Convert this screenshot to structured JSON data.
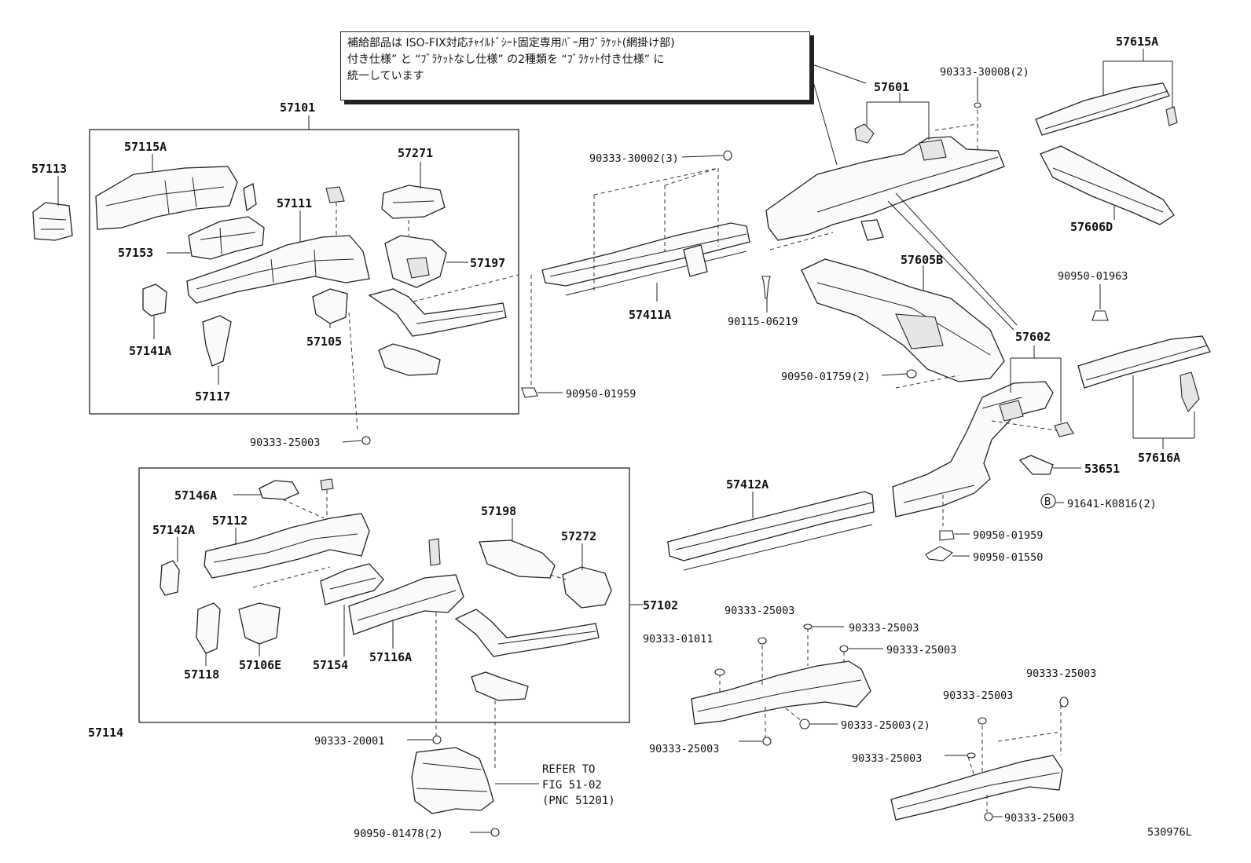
{
  "note": {
    "line1": "補給部品は ISO-FIX対応ﾁｬｲﾙﾄﾞｼｰﾄ固定専用ﾊﾞｰ用ﾌﾞﾗｹｯﾄ(網掛け部)",
    "line2": "付き仕様” と “ﾌﾞﾗｹｯﾄなし仕様” の2種類を “ﾌﾞﾗｹｯﾄ付き仕様” に",
    "line3": "統一しています"
  },
  "labels": {
    "p57101": "57101",
    "p57102": "57102",
    "p57113": "57113",
    "p57114": "57114",
    "p57115A": "57115A",
    "p57153": "57153",
    "p57141A": "57141A",
    "p57117": "57117",
    "p57111": "57111",
    "p57105": "57105",
    "p57271": "57271",
    "p57197": "57197",
    "p57146A": "57146A",
    "p57142A": "57142A",
    "p57112": "57112",
    "p57118": "57118",
    "p57106E": "57106E",
    "p57154": "57154",
    "p57116A": "57116A",
    "p57198": "57198",
    "p57272": "57272",
    "p57411A": "57411A",
    "p57412A": "57412A",
    "p57601": "57601",
    "p57602": "57602",
    "p57605B": "57605B",
    "p57606D": "57606D",
    "p57615A": "57615A",
    "p57616A": "57616A",
    "p53651": "53651",
    "f90333_30008": "90333-30008(2)",
    "f90333_30002": "90333-30002(3)",
    "f90115_06219": "90115-06219",
    "f90950_01963": "90950-01963",
    "f90950_01759": "90950-01759(2)",
    "f90950_01959a": "90950-01959",
    "f90950_01959b": "90950-01959",
    "f90950_01550": "90950-01550",
    "f91641_K0816": "91641-K0816(2)",
    "b_marker": "B",
    "f90333_25003a": "90333-25003",
    "f90333_20001": "90333-20001",
    "f90950_01478": "90950-01478(2)",
    "f90333_25003b": "90333-25003",
    "f90333_01011": "90333-01011",
    "f90333_25003c": "90333-25003",
    "f90333_25003d": "90333-25003",
    "f90333_25003e": "90333-25003(2)",
    "f90333_25003f": "90333-25003",
    "f90333_25003g": "90333-25003",
    "f90333_25003h": "90333-25003",
    "f90333_25003i": "90333-25003",
    "f90333_25003j": "90333-25003",
    "refer1": "REFER TO",
    "refer2": "FIG 51-02",
    "refer3": "(PNC 51201)",
    "code": "530976L"
  }
}
